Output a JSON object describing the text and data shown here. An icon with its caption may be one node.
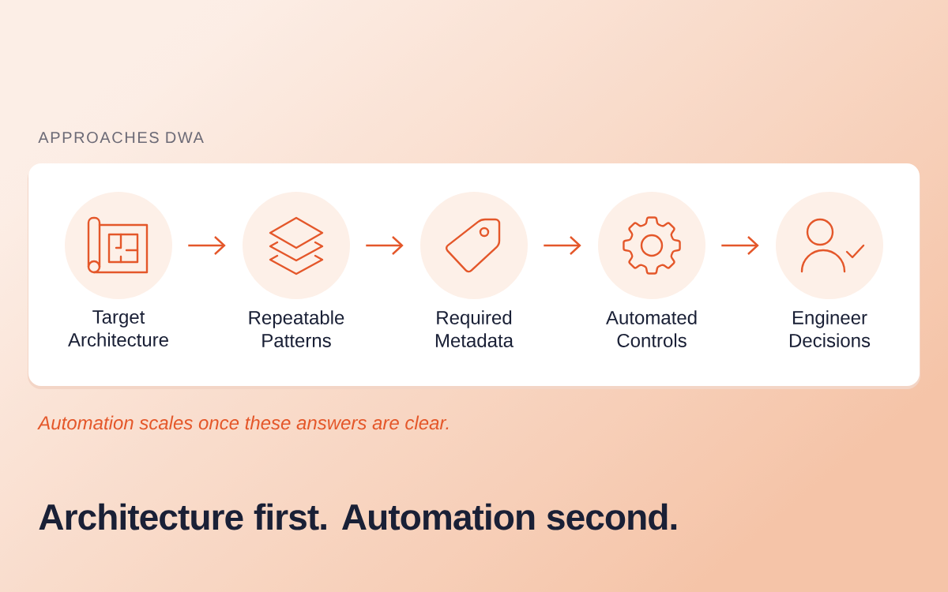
{
  "diagram": {
    "title": "Architecture first. Automation second.",
    "caption": "Automation scales once these answers are clear.",
    "nodes": [
      {
        "text": [
          "APPROACHES DWA"
        ]
      },
      {
        "text": [
          "Target Architecture"
        ],
        "in": 0
      },
      {
        "text": [
          "Repeatable Patterns"
        ],
        "in": 0
      },
      {
        "text": [
          "Required Metadata"
        ],
        "in": 0
      },
      {
        "text": [
          "Automated Controls"
        ],
        "in": 0
      },
      {
        "text": [
          "Engineer Decisions"
        ],
        "in": 0
      }
    ],
    "edges": [
      {
        "from": 1,
        "to": 2,
        "arrow": "to"
      },
      {
        "from": 2,
        "to": 3,
        "arrow": "to"
      },
      {
        "from": 3,
        "to": 4,
        "arrow": "to"
      },
      {
        "from": 4,
        "to": 5,
        "arrow": "to"
      }
    ]
  }
}
